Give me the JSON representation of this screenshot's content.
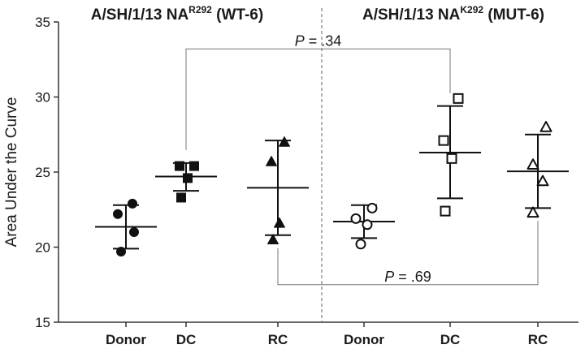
{
  "chart_data": {
    "type": "scatter",
    "ylabel": "Area Under the Curve",
    "ylim": [
      15,
      35
    ],
    "yticks": [
      15,
      20,
      25,
      30,
      35
    ],
    "grid": false,
    "panels": [
      {
        "title_prefix": "A/SH/1/13 NA",
        "title_sup": "R292",
        "title_suffix": "(WT-6)"
      },
      {
        "title_prefix": "A/SH/1/13 NA",
        "title_sup": "K292",
        "title_suffix": "(MUT-6)"
      }
    ],
    "categories": [
      "Donor",
      "DC",
      "RC",
      "Donor",
      "DC",
      "RC"
    ],
    "groups": [
      {
        "category": "Donor",
        "panel": 0,
        "marker": "circle",
        "filled": true,
        "values": [
          22.9,
          22.2,
          21.0,
          19.7
        ],
        "mean": 21.35,
        "sd_low": 19.9,
        "sd_high": 22.8
      },
      {
        "category": "DC",
        "panel": 0,
        "marker": "square",
        "filled": true,
        "values": [
          25.4,
          25.4,
          24.6,
          23.3
        ],
        "mean": 24.7,
        "sd_low": 23.75,
        "sd_high": 25.6
      },
      {
        "category": "RC",
        "panel": 0,
        "marker": "triangle",
        "filled": true,
        "values": [
          27.0,
          25.7,
          21.6,
          20.5
        ],
        "mean": 23.95,
        "sd_low": 20.8,
        "sd_high": 27.1
      },
      {
        "category": "Donor",
        "panel": 1,
        "marker": "circle",
        "filled": false,
        "values": [
          22.6,
          21.9,
          21.5,
          20.2
        ],
        "mean": 21.7,
        "sd_low": 20.6,
        "sd_high": 22.8
      },
      {
        "category": "DC",
        "panel": 1,
        "marker": "square",
        "filled": false,
        "values": [
          29.9,
          27.1,
          25.9,
          22.4
        ],
        "mean": 26.3,
        "sd_low": 23.25,
        "sd_high": 29.4
      },
      {
        "category": "RC",
        "panel": 1,
        "marker": "triangle",
        "filled": false,
        "values": [
          28.0,
          25.5,
          24.4,
          22.3
        ],
        "mean": 25.05,
        "sd_low": 22.6,
        "sd_high": 27.5
      }
    ],
    "comparisons": [
      {
        "label_p": "P",
        "label_rest": " = .34",
        "from_group": 1,
        "to_group": 4,
        "bracket_y": 33.2,
        "side": "top"
      },
      {
        "label_p": "P",
        "label_rest": " = .69",
        "from_group": 2,
        "to_group": 5,
        "bracket_y": 17.5,
        "side": "bottom"
      }
    ],
    "divider_between_groups": [
      2,
      3
    ]
  }
}
